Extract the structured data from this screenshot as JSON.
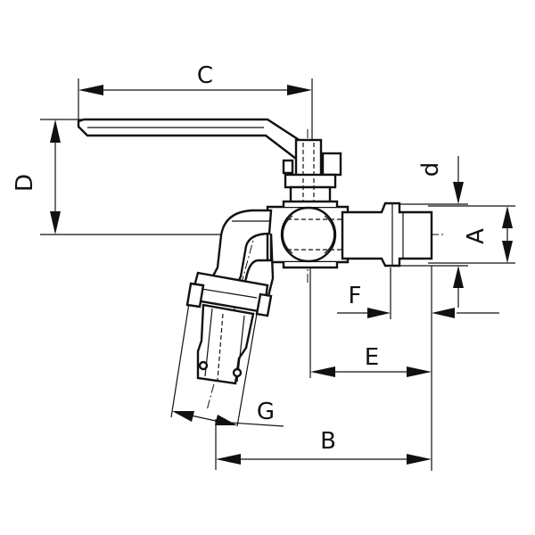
{
  "labels": {
    "A": "A",
    "B": "B",
    "C": "C",
    "D": "D",
    "E": "E",
    "F": "F",
    "G": "G",
    "d": "d"
  }
}
